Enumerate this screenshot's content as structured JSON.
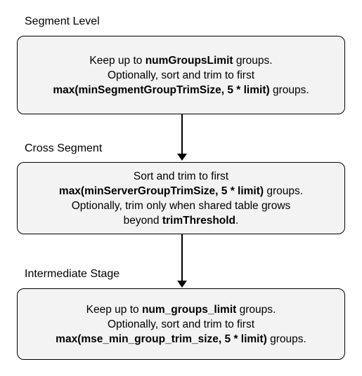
{
  "stages": [
    {
      "label": "Segment Level",
      "lines": [
        {
          "before": "Keep up to ",
          "bold": "numGroupsLimit",
          "after": " groups."
        },
        {
          "before": "Optionally, sort and trim to first",
          "bold": "",
          "after": ""
        },
        {
          "before": "",
          "bold": "max(minSegmentGroupTrimSize, 5 * limit)",
          "after": " groups."
        }
      ]
    },
    {
      "label": "Cross Segment",
      "lines": [
        {
          "before": "Sort and trim to first",
          "bold": "",
          "after": ""
        },
        {
          "before": "",
          "bold": "max(minServerGroupTrimSize, 5 * limit)",
          "after": " groups."
        },
        {
          "before": "Optionally, trim only when shared table grows",
          "bold": "",
          "after": ""
        },
        {
          "before": "beyond ",
          "bold": "trimThreshold",
          "after": "."
        }
      ]
    },
    {
      "label": "Intermediate Stage",
      "lines": [
        {
          "before": "Keep up to ",
          "bold": "num_groups_limit",
          "after": " groups."
        },
        {
          "before": "Optionally, sort and trim to first",
          "bold": "",
          "after": ""
        },
        {
          "before": "",
          "bold": "max(mse_min_group_trim_size, 5 * limit)",
          "after": " groups."
        }
      ]
    }
  ]
}
